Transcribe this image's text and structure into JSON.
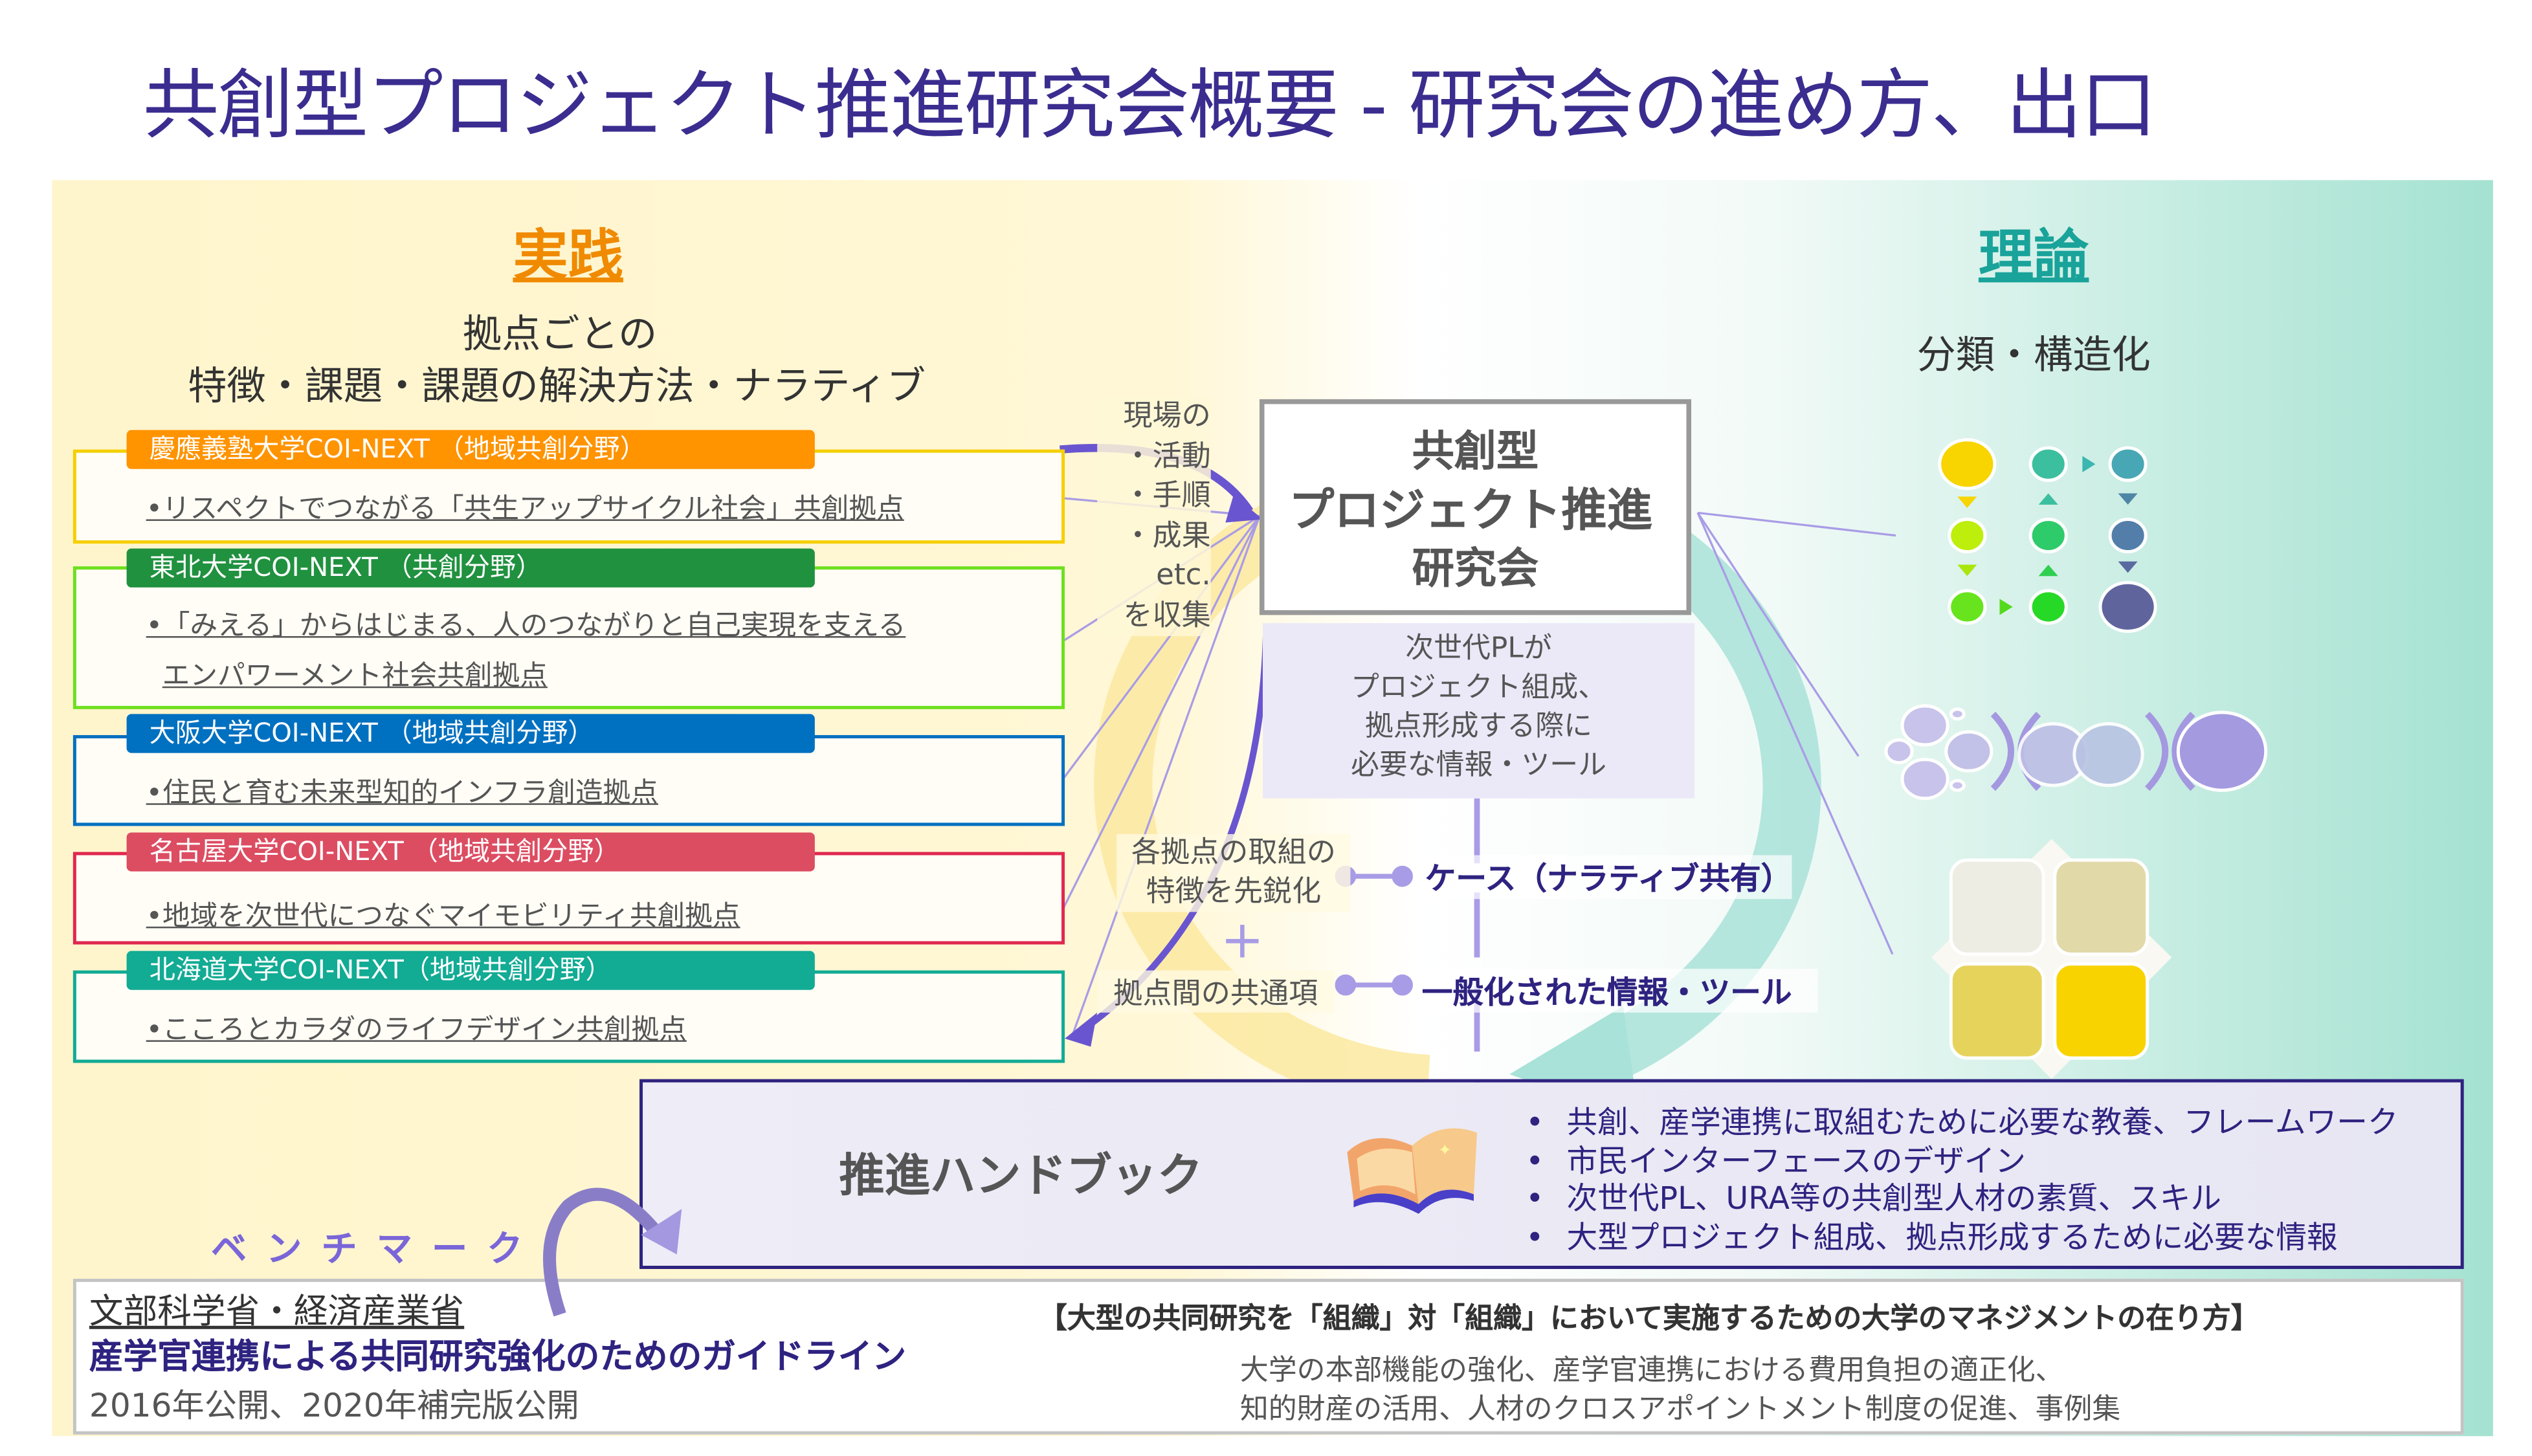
{
  "title": "共創型プロジェクト推進研究会概要 - 研究会の進め方、出口",
  "practice": {
    "heading": "実践",
    "subtitle_line1": "拠点ごとの",
    "subtitle_line2": "特徴・課題・課題の解決方法・ナラティブ",
    "cards": [
      {
        "header": "慶應義塾大学COI-NEXT （地域共創分野）",
        "lines": [
          "•リスペクトでつながる「共生アップサイクル社会」共創拠点"
        ],
        "color": "#ff9300",
        "border": "#f5cf00"
      },
      {
        "header": "東北大学COI-NEXT （共創分野）",
        "lines": [
          "•「みえる」からはじまる、人のつながりと自己実現を支える",
          "エンパワーメント社会共創拠点"
        ],
        "color": "#20913f",
        "border": "#6ee01e"
      },
      {
        "header": "大阪大学COI-NEXT （地域共創分野）",
        "lines": [
          "•住民と育む未来型知的インフラ創造拠点"
        ],
        "color": "#0070c0",
        "border": "#0070c0"
      },
      {
        "header": "名古屋大学COI-NEXT （地域共創分野）",
        "lines": [
          "•地域を次世代につなぐマイモビリティ共創拠点"
        ],
        "color": "#dc4d62",
        "border": "#e0284e"
      },
      {
        "header": "北海道大学COI-NEXT（地域共創分野）",
        "lines": [
          "•こころとカラダのライフデザイン共創拠点"
        ],
        "color": "#12ab94",
        "border": "#12ab94"
      }
    ]
  },
  "theory": {
    "heading": "理論",
    "subtitle": "分類・構造化"
  },
  "collect": [
    "現場の",
    "・活動",
    "・手順",
    "・成果",
    "etc.",
    "を収集"
  ],
  "center": {
    "title_lines": [
      "共創型",
      "プロジェクト推進",
      "研究会"
    ],
    "desc_lines": [
      "次世代PLが",
      "プロジェクト組成、",
      "拠点形成する際に",
      "必要な情報・ツール"
    ]
  },
  "outputs": [
    {
      "left_lines": [
        "各拠点の取組の",
        "特徴を先鋭化"
      ],
      "right": "ケース（ナラティブ共有）"
    },
    {
      "left_lines": [
        "拠点間の共通項"
      ],
      "right": "一般化された情報・ツール"
    }
  ],
  "plus": "+",
  "handbook": {
    "title": "推進ハンドブック",
    "items": [
      "共創、産学連携に取組むために必要な教養、フレームワーク",
      "市民インターフェースのデザイン",
      "次世代PL、URA等の共創型人材の素質、スキル",
      "大型プロジェクト組成、拠点形成するために必要な情報"
    ]
  },
  "benchmark": "ベンチマーク",
  "guideline": {
    "ministry": "文部科学省・経済産業省",
    "name": "産学官連携による共同研究強化のためのガイドライン",
    "published": "2016年公開、2020年補完版公開",
    "subtitle": "【大型の共同研究を「組織」対「組織」において実施するための大学のマネジメントの在り方】",
    "desc_lines": [
      "大学の本部機能の強化、産学官連携における費用負担の適正化、",
      "知的財産の活用、人材のクロスアポイントメント制度の促進、事例集"
    ]
  },
  "colors": {
    "title": "#3a2d8f",
    "practice": "#f08a00",
    "theory": "#19a39a",
    "accent": "#2e2380",
    "benchmark": "#7a66d8"
  }
}
